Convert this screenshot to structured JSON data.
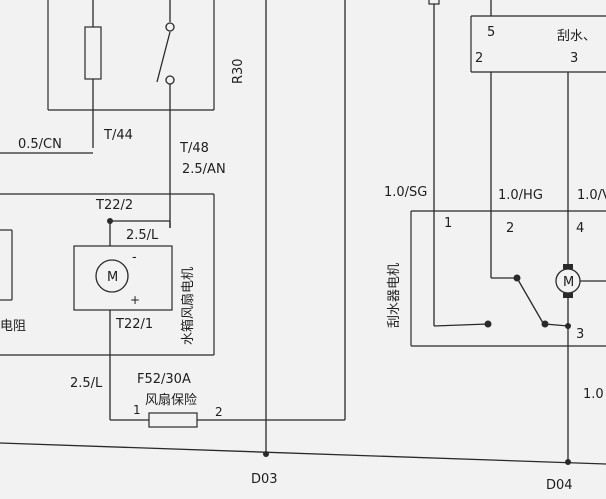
{
  "labels": {
    "r30": "R30",
    "wire_05cn": "0.5/CN",
    "t44": "T/44",
    "t48": "T/48",
    "wire_25an": "2.5/AN",
    "t22_2": "T22/2",
    "wire_25l_top": "2.5/L",
    "motor_m_left": "M",
    "minus_sign": "-",
    "plus_sign": "+",
    "t22_1": "T22/1",
    "radiator_fan_motor": "水箱风扇电机",
    "resistor_partial": "电阻",
    "wire_25l_left": "2.5/L",
    "fuse_id": "F52/30A",
    "fuse_name": "风扇保险",
    "fuse_pin1": "1",
    "fuse_pin2": "2",
    "ground_d03": "D03",
    "ground_d04": "D04",
    "wire_10sg": "1.0/SG",
    "wire_10hg": "1.0/HG",
    "wire_10_partial_top": "1.0/V",
    "wiper_switch_pin5": "5",
    "wiper_switch_pin2": "2",
    "wiper_switch_pin3": "3",
    "wiper_switch_partial": "刮水、",
    "wiper_motor_pin1": "1",
    "wiper_motor_pin2": "2",
    "wiper_motor_pin4": "4",
    "wiper_motor_pin3": "3",
    "wiper_motor_label": "刮水器电机",
    "motor_m_right": "M",
    "wire_10_partial_bottom": "1.0"
  }
}
